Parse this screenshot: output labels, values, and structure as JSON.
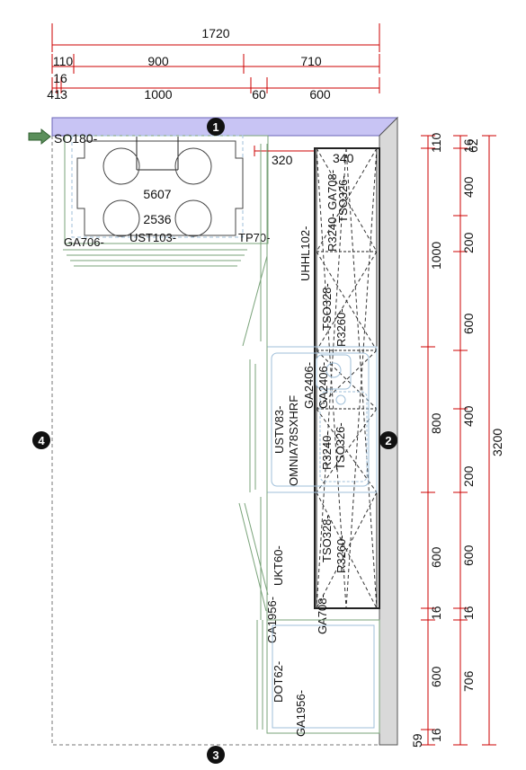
{
  "dimensions_top": {
    "row1": {
      "total": "1720"
    },
    "row2": {
      "a": "110",
      "b": "900",
      "c": "710"
    },
    "row3": {
      "a": "16",
      "b": "41",
      "c": "3",
      "d": "1000",
      "e": "60",
      "f": "600"
    }
  },
  "room_markers": [
    "1",
    "2",
    "3",
    "4"
  ],
  "labels": {
    "so180": "SO180-",
    "ga706": "GA706-",
    "ust103": "UST103-",
    "tp70": "TP70-",
    "hob_code": "5607",
    "hob_width": "2536",
    "w320": "320",
    "w340": "340",
    "uhhl102": "UHHL102-",
    "r3240_ga708": "R3240- GA708-",
    "tso326_top": "TSO326-",
    "tso328_top": "TSO328-",
    "r3260_top": "R3260-",
    "ga2406_a": "GA2406-",
    "ga2406_b": "GA2406-",
    "ustv83": "USTV83-",
    "omnia": "OMNIA78SXHRF",
    "r3240_mid": "R3240-",
    "tso326_mid": "TSO326-",
    "tso328_low": "TSO328-",
    "r3260_low": "R3260-",
    "ukt60": "UKT60-",
    "ga1956_a": "GA1956-",
    "ga708_low": "GA708-",
    "dot62": "DOT62-",
    "ga1956_b": "GA1956-"
  },
  "dimensions_right": {
    "col1": [
      "110",
      "1000",
      "800",
      "600",
      "16",
      "600",
      "16"
    ],
    "col2": [
      "16",
      "400",
      "200",
      "600",
      "400",
      "200",
      "600",
      "16",
      "706",
      "59"
    ],
    "col3": [
      "62"
    ],
    "total": "3200"
  },
  "colors": {
    "wall_top": "#c8c4f4",
    "wall_right": "#d9d9d9",
    "dimension_line": "#cc0000",
    "arrow": "#5b8f5b"
  }
}
